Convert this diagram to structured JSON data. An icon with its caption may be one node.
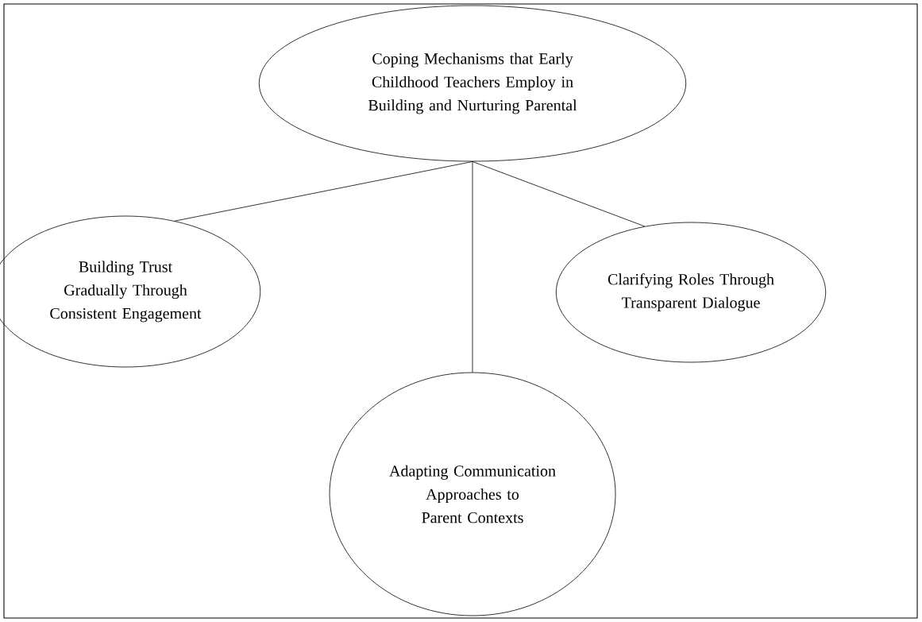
{
  "diagram": {
    "nodes": [
      {
        "text": [
          "Coping Mechanisms that Early Childhood Teachers Employ in Building and Nurturing Parental"
        ]
      },
      {
        "text": [
          "Building Trust Gradually Through Consistent Engagement"
        ]
      },
      {
        "text": [
          "Clarifying Roles Through Transparent Dialogue"
        ]
      },
      {
        "text": [
          "Adapting Communication Approaches to Parent Contexts"
        ]
      }
    ],
    "edges": [
      {
        "from": 0,
        "to": 1,
        "arrow": "none"
      },
      {
        "from": 0,
        "to": 2,
        "arrow": "none"
      },
      {
        "from": 0,
        "to": 3,
        "arrow": "none"
      }
    ]
  }
}
